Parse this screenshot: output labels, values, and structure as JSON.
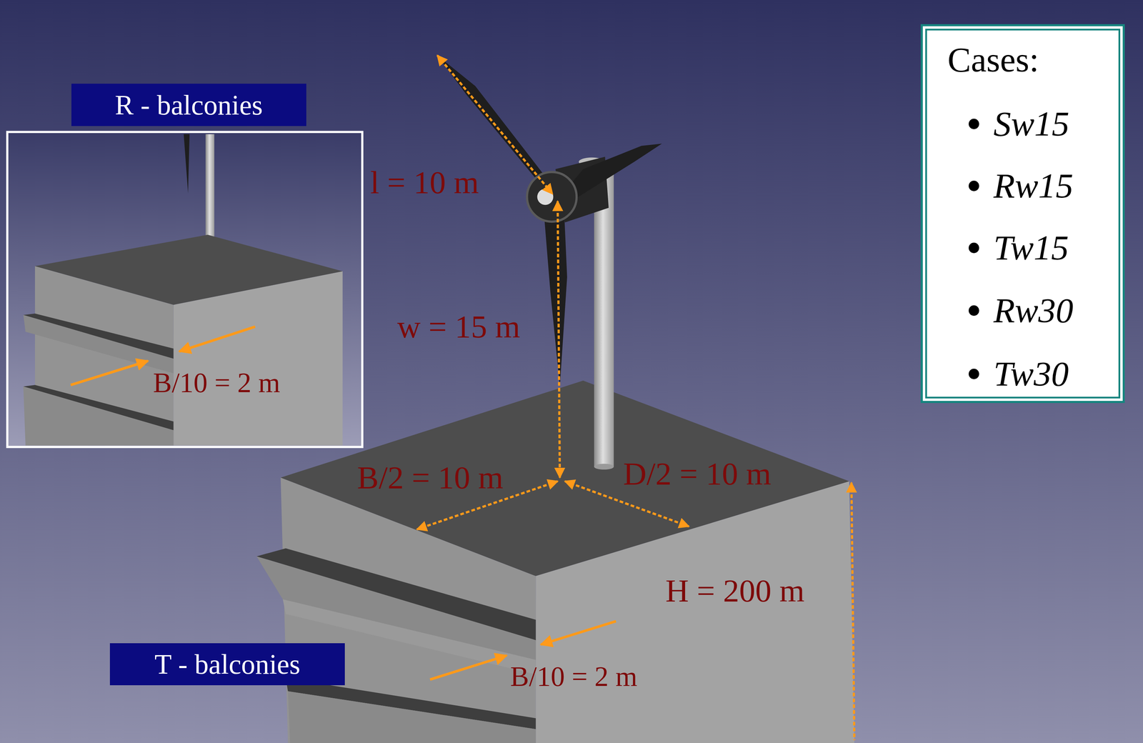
{
  "diagram": {
    "nodes": [
      {
        "text": [
          "R - balconies"
        ]
      },
      {
        "text": [
          "Cases:",
          "Sw15",
          "Rw15",
          "Tw15",
          "Rw30",
          "Tw30"
        ]
      },
      {
        "text": [
          "T - balconies"
        ]
      }
    ],
    "labels": [
      "l = 10 m",
      "B/10 = 2 m",
      "w = 15 m",
      "B/2 = 10 m",
      "D/2 = 10 m",
      "H = 200 m",
      "B/10 = 2 m"
    ]
  }
}
